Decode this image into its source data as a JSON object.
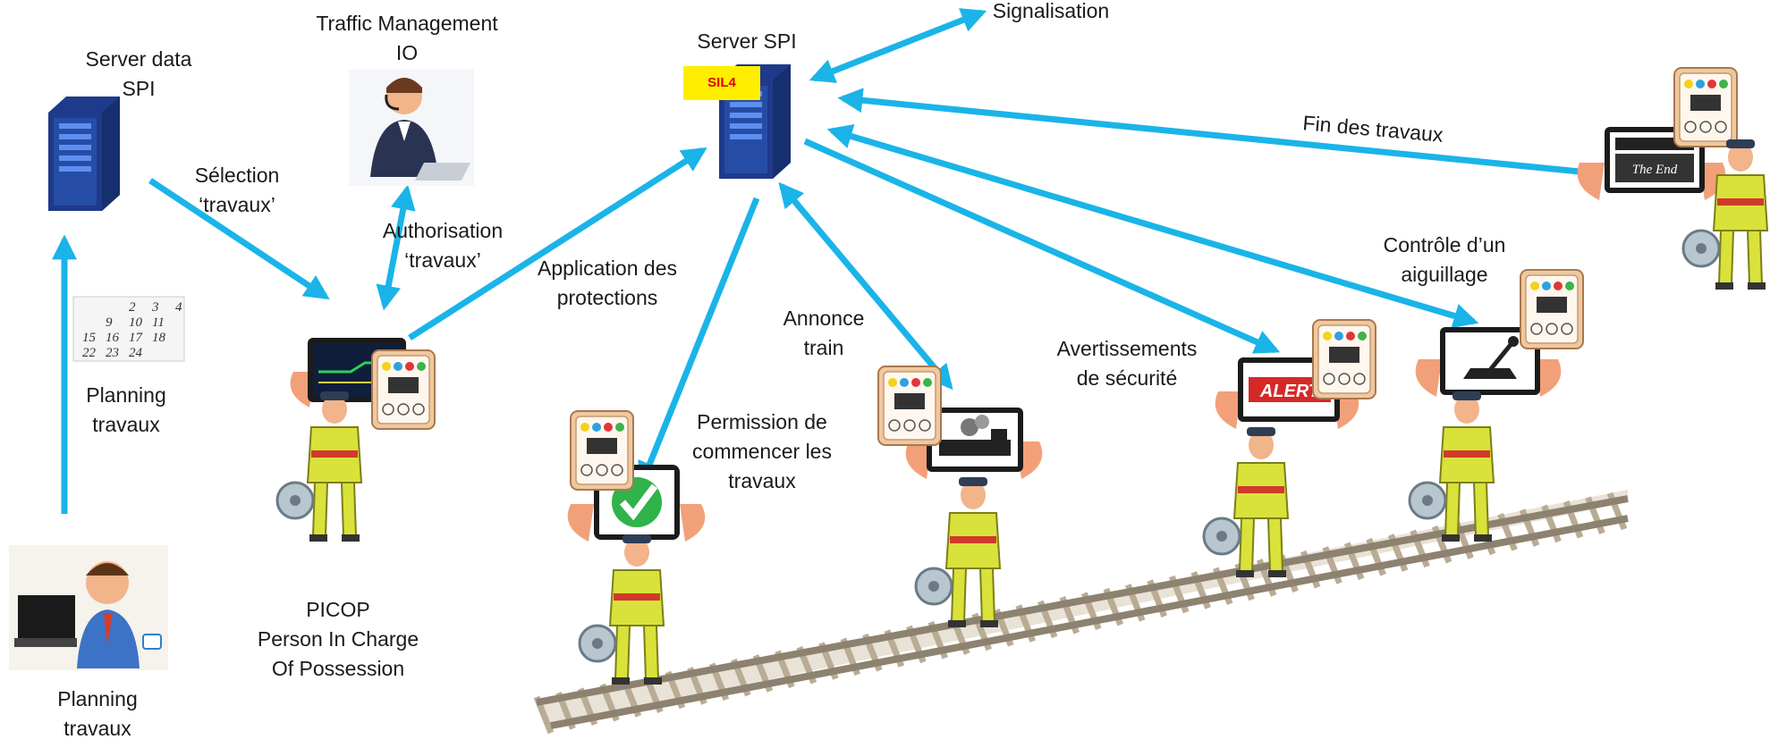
{
  "colors": {
    "arrow": "#1ab4e8",
    "server": "#1f3a8a",
    "server_light": "#3d6fd6",
    "sil_badge": "#ffee00",
    "sil_text": "#e00000",
    "tablet": "#1b1b1b",
    "hand": "#f2a07a",
    "worker_jacket": "#d9e23a",
    "worker_accent": "#d03a2a",
    "device_frame": "#f0c8a0"
  },
  "icons": {
    "server_data": "server-tower-icon",
    "server_spi": "server-tower-icon",
    "operator": "headset-operator-icon",
    "planner": "office-worker-at-computer-icon",
    "calendar": "calendar-icon",
    "tablet": "handheld-tablet-icon",
    "device": "remote-control-device-icon",
    "worker": "track-worker-icon",
    "rails": "railway-track-icon"
  },
  "labels": {
    "server_data": [
      "Server data",
      "SPI"
    ],
    "traffic_management": [
      "Traffic Management",
      "IO"
    ],
    "server_spi": "Server SPI",
    "sil4": "SIL4",
    "signalisation": "Signalisation",
    "fin_travaux": "Fin des travaux",
    "selection_travaux": [
      "Sélection",
      "‘travaux’"
    ],
    "authorisation_travaux": [
      "Authorisation",
      "‘travaux’"
    ],
    "application_protections": [
      "Application des",
      "protections"
    ],
    "annonce_train": [
      "Annonce",
      "train"
    ],
    "avertissements": [
      "Avertissements",
      "de sécurité"
    ],
    "controle_aiguillage": [
      "Contrôle d’un",
      "aiguillage"
    ],
    "permission": [
      "Permission de",
      "commencer les",
      "travaux"
    ],
    "planning_mid": [
      "Planning",
      "travaux"
    ],
    "planning_bottom": [
      "Planning",
      "travaux"
    ],
    "picop": [
      "PICOP",
      "Person In Charge",
      "Of Possession"
    ]
  },
  "tablet_screens": {
    "alert": "ALERT",
    "the_end": "The End"
  },
  "calendar_numbers": [
    "2",
    "3",
    "4",
    "9",
    "10",
    "11",
    "15",
    "16",
    "17",
    "18",
    "22",
    "23",
    "24"
  ]
}
